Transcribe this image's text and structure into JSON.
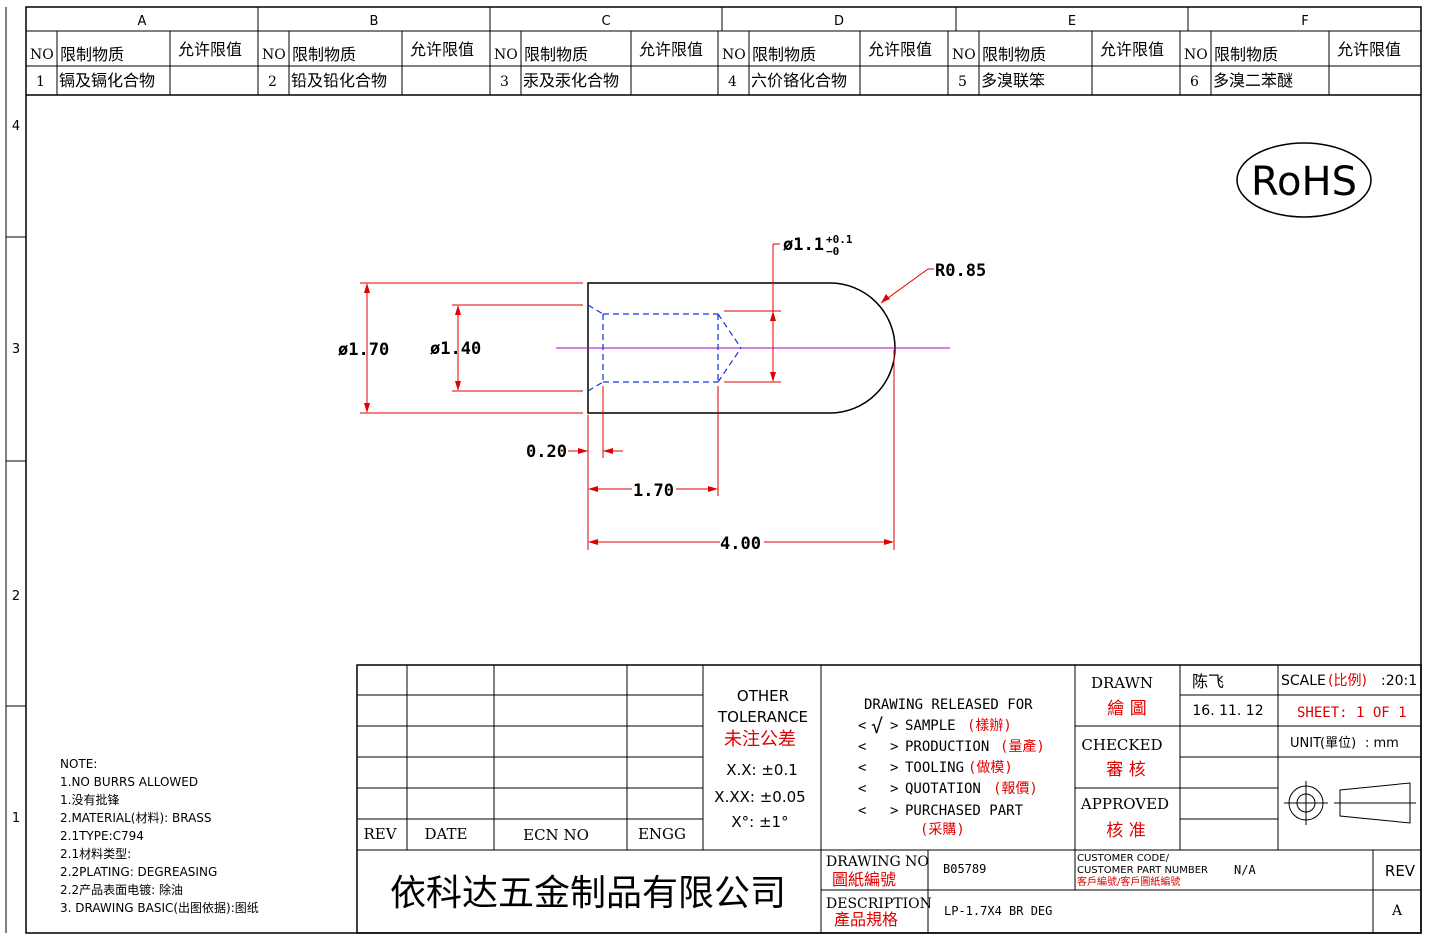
{
  "zones": {
    "columns": [
      "A",
      "B",
      "C",
      "D",
      "E",
      "F"
    ],
    "rows": [
      "4",
      "3",
      "2",
      "1"
    ]
  },
  "restriction_table": {
    "headers": {
      "no": "NO",
      "substance": "限制物质",
      "limit": "允许限值"
    },
    "rows": [
      {
        "no": "1",
        "substance": "镉及镉化合物",
        "limit": ""
      },
      {
        "no": "2",
        "substance": "铅及铅化合物",
        "limit": ""
      },
      {
        "no": "3",
        "substance": "汞及汞化合物",
        "limit": ""
      },
      {
        "no": "4",
        "substance": "六价铬化合物",
        "limit": ""
      },
      {
        "no": "5",
        "substance": "多溴联笨",
        "limit": ""
      },
      {
        "no": "6",
        "substance": "多溴二苯醚",
        "limit": ""
      }
    ]
  },
  "rohs_mark": "RoHS",
  "dimensions": {
    "outer_dia": "ø1.70",
    "bore_dia": "ø1.40",
    "drill_dia_base": "ø1.1",
    "drill_tol_plus": "+0.1",
    "drill_tol_minus": "−0",
    "radius": "R0.85",
    "chamfer": "0.20",
    "bore_depth": "1.70",
    "total_length": "4.00"
  },
  "notes": {
    "title": "NOTE:",
    "lines": [
      "1.NO BURRS ALLOWED",
      "1.没有批锋",
      "2.MATERIAL(材料): BRASS",
      "2.1TYPE:C794",
      "2.1材料类型:",
      "2.2PLATING: DEGREASING",
      "2.2产品表面电镀: 除油",
      "3. DRAWING BASIC(出图依据):图纸"
    ]
  },
  "revision_block": {
    "rev": "REV",
    "date": "DATE",
    "ecn": "ECN NO",
    "engg": "ENGG"
  },
  "tolerance": {
    "title1": "OTHER",
    "title2": "TOLERANCE",
    "title_cn": "未注公差",
    "xx": "X.X: ±0.1",
    "xxx": "X.XX: ±0.05",
    "angle": "X°: ±1°"
  },
  "release": {
    "title": "DRAWING RELEASED FOR",
    "check_mark": "√",
    "items": [
      {
        "en": "SAMPLE",
        "cn": "(樣辦)",
        "checked": true
      },
      {
        "en": "PRODUCTION",
        "cn": "(量產)",
        "checked": false
      },
      {
        "en": "TOOLING",
        "cn": "(做模)",
        "checked": false
      },
      {
        "en": "QUOTATION",
        "cn": "(報價)",
        "checked": false
      },
      {
        "en": "PURCHASED PART",
        "cn": "(采購)",
        "checked": false
      }
    ]
  },
  "signoff": {
    "drawn": "DRAWN",
    "drawn_cn": "繪 圖",
    "drawn_by": "陈飞",
    "drawn_date": "16. 11. 12",
    "checked": "CHECKED",
    "checked_cn": "審 核",
    "approved": "APPROVED",
    "approved_cn": "核 准"
  },
  "scale": {
    "label": "SCALE",
    "label_cn": "(比例)",
    "value": ":20:1"
  },
  "sheet": "SHEET:  1 OF 1",
  "unit": {
    "label": "UNIT",
    "label_cn": "(單位)",
    "value": ":  mm"
  },
  "company": "依科达五金制品有限公司",
  "drawing_no": {
    "label": "DRAWING NO",
    "label_cn": "圖紙編號",
    "value": "B05789"
  },
  "customer": {
    "label1": "CUSTOMER CODE/",
    "label2": "CUSTOMER PART NUMBER",
    "label_cn": "客戶編號/客戶圖紙編號",
    "value": "N/A"
  },
  "rev": {
    "label": "REV",
    "value": "A"
  },
  "description": {
    "label": "DESCRIPTION",
    "label_cn": "產品規格",
    "value": "LP-1.7X4 BR DEG"
  },
  "colors": {
    "dimension": "#e00000",
    "hidden": "#1030e0",
    "center": "#b000c8",
    "line": "#000000",
    "chinese_label": "#e00000"
  }
}
